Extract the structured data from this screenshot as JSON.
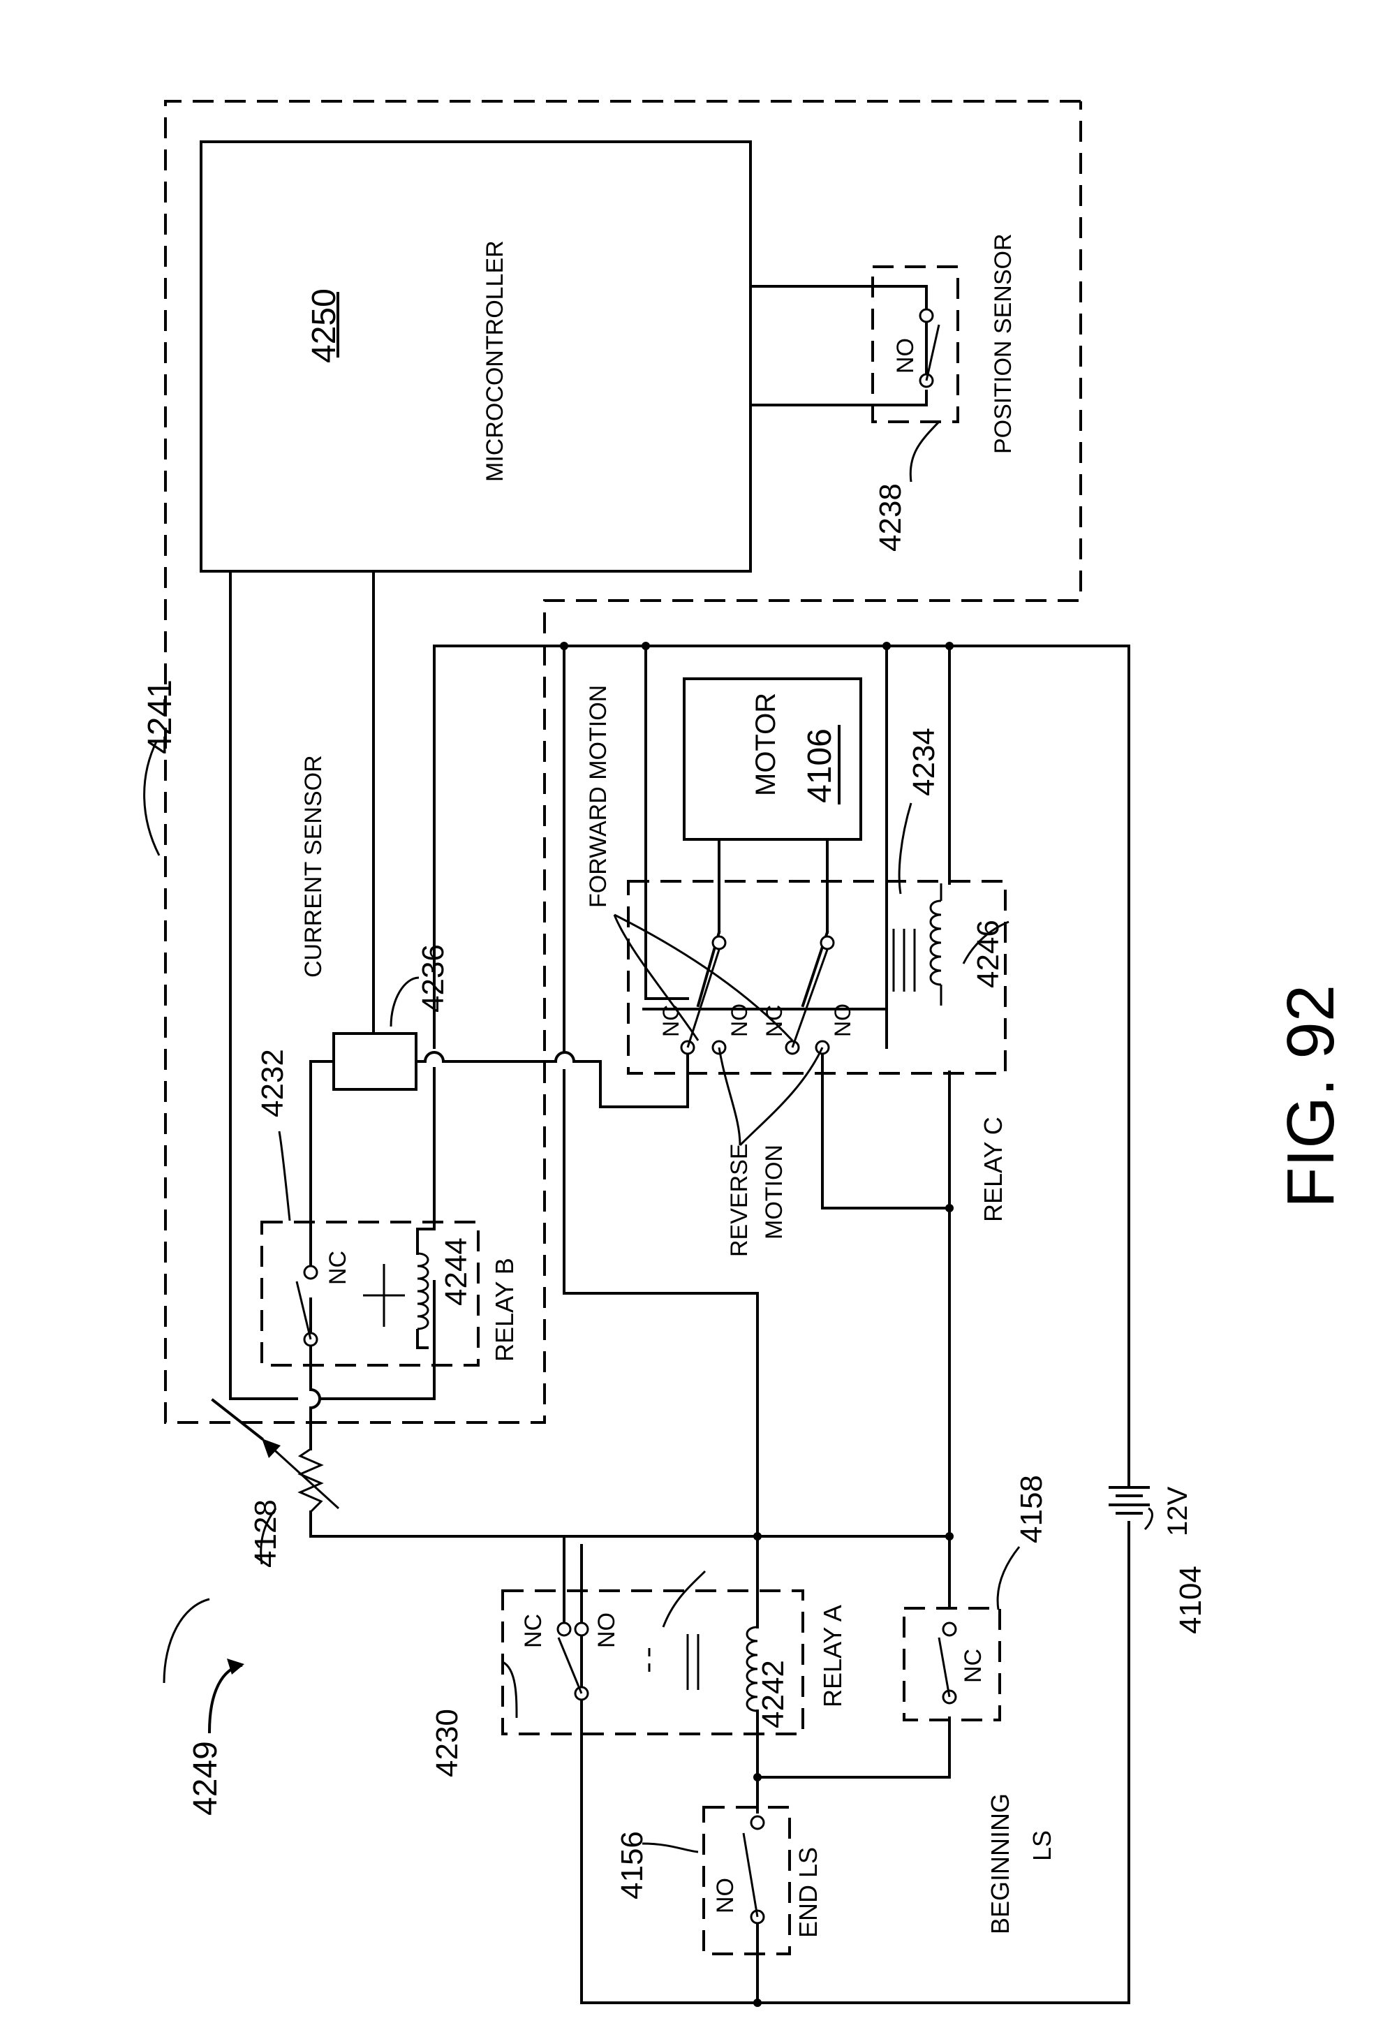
{
  "labels": {
    "figure": "FIG. 92",
    "ref_4249": "4249",
    "ref_4241": "4241",
    "ref_4250": "4250",
    "microcontroller": "MICROCONTROLLER",
    "position_sensor": "POSITION SENSOR",
    "ref_4238": "4238",
    "no": "NO",
    "nc": "NC",
    "current_sensor": "CURRENT SENSOR",
    "ref_4236": "4236",
    "ref_4232": "4232",
    "ref_4244": "4244",
    "relay_b": "RELAY B",
    "forward_motion": "FORWARD MOTION",
    "motor": "MOTOR",
    "ref_4106": "4106",
    "ref_4234": "4234",
    "ref_4246": "4246",
    "reverse": "REVERSE",
    "motion": "MOTION",
    "relay_c": "RELAY C",
    "ref_4128": "4128",
    "ref_4230": "4230",
    "ref_4242": "4242",
    "relay_a": "RELAY A",
    "ref_4156": "4156",
    "end_ls": "END LS",
    "beginning": "BEGINNING",
    "ls": "LS",
    "ref_4158": "4158",
    "ref_4104": "4104",
    "v12": "12V"
  }
}
